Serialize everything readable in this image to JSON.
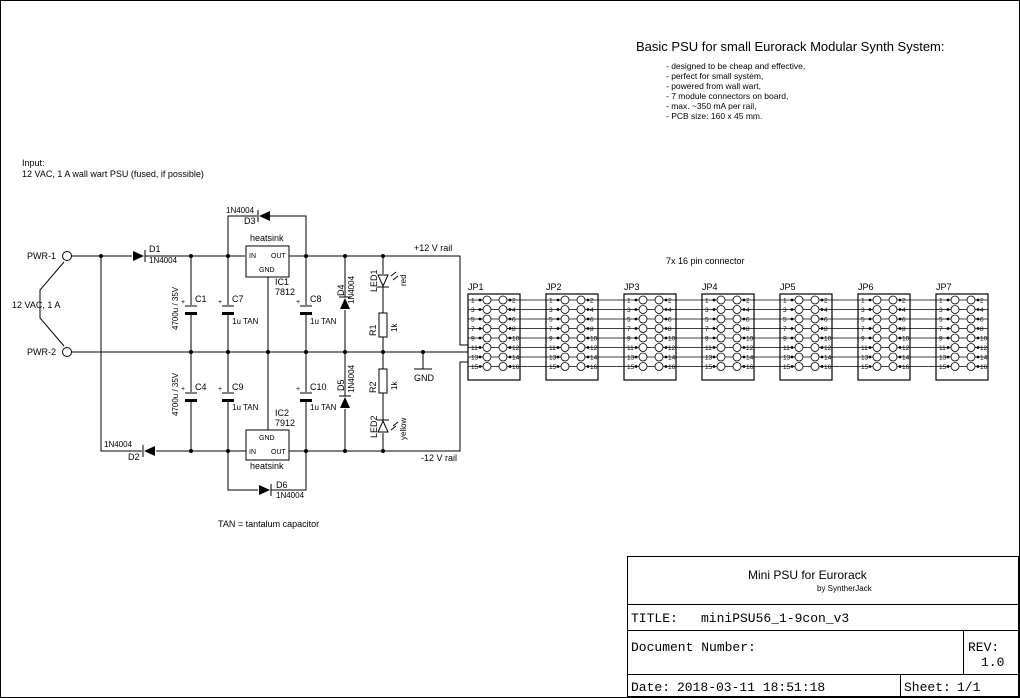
{
  "header": {
    "title": "Basic PSU for small Eurorack Modular Synth System:",
    "features": [
      "- designed to be cheap and effective,",
      "- perfect for small system,",
      "- powered from wall wart,",
      "- 7 module connectors on board,",
      "- max. ~350 mA per rail,",
      "- PCB size: 160 x 45 mm."
    ]
  },
  "input": {
    "line1": "Input:",
    "line2": "12 VAC, 1 A wall wart PSU (fused, if possible)",
    "pwr1": "PWR-1",
    "pwr2": "PWR-2",
    "rating": "12 VAC, 1 A"
  },
  "components": {
    "d1": "D1",
    "d1_val": "1N4004",
    "d2": "D2",
    "d2_val": "1N4004",
    "d3": "D3",
    "d3_val": "1N4004",
    "d4": "D4",
    "d4_val": "1N4004",
    "d5": "D5",
    "d5_val": "1N4004",
    "d6": "D6",
    "d6_val": "1N4004",
    "c1": "C1",
    "c1_val": "4700u / 35V",
    "c4": "C4",
    "c4_val": "4700u / 35V",
    "c7": "C7",
    "c7_val": "1u TAN",
    "c9": "C9",
    "c9_val": "1u TAN",
    "c8": "C8",
    "c8_val": "1u TAN",
    "c10": "C10",
    "c10_val": "1u TAN",
    "ic1": "IC1",
    "ic1_val": "7812",
    "ic2": "IC2",
    "ic2_val": "7912",
    "heatsink": "heatsink",
    "pin_in": "IN",
    "pin_out": "OUT",
    "pin_gnd": "GND",
    "r1": "R1",
    "r1_val": "1k",
    "r2": "R2",
    "r2_val": "1k",
    "led1": "LED1",
    "led1_col": "red",
    "led2": "LED2",
    "led2_col": "yellow",
    "plus": "+"
  },
  "nets": {
    "pos_rail": "+12 V rail",
    "neg_rail": "-12 V rail",
    "gnd": "GND"
  },
  "connectors": {
    "caption": "7x 16 pin connector",
    "names": [
      "JP1",
      "JP2",
      "JP3",
      "JP4",
      "JP5",
      "JP6",
      "JP7"
    ],
    "left_pins": [
      "1",
      "3",
      "5",
      "7",
      "9",
      "11",
      "13",
      "15"
    ],
    "right_pins": [
      "2",
      "4",
      "6",
      "8",
      "10",
      "12",
      "14",
      "16"
    ]
  },
  "notes": {
    "tan": "TAN = tantalum capacitor"
  },
  "title_block": {
    "project": "Mini PSU for Eurorack",
    "author": "by SyntherJack",
    "title_label": "TITLE:",
    "title_value": "miniPSU56_1-9con_v3",
    "docnum_label": "Document Number:",
    "rev_label": "REV:",
    "rev_value": "1.0",
    "date_label": "Date:",
    "date_value": "2018-03-11 18:51:18",
    "sheet_label": "Sheet:",
    "sheet_value": "1/1"
  }
}
